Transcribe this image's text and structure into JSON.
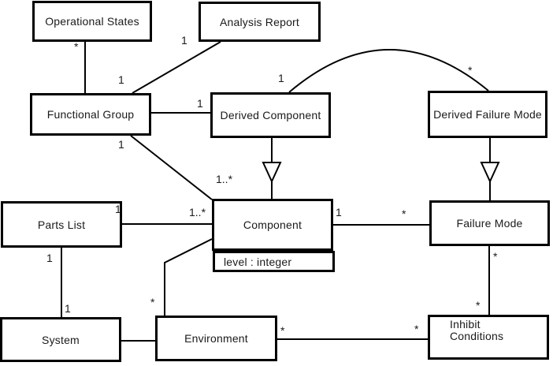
{
  "diagram": {
    "type": "uml-class-diagram",
    "colors": {
      "line": "#000000",
      "background": "#ffffff",
      "text": "#1a1a1a"
    },
    "classes": [
      {
        "name": "Operational States"
      },
      {
        "name": "Analysis Report"
      },
      {
        "name": "Functional Group"
      },
      {
        "name": "Derived Component"
      },
      {
        "name": "Derived Failure Mode"
      },
      {
        "name": "Parts List"
      },
      {
        "name": "Component",
        "attributes": [
          "level : integer"
        ]
      },
      {
        "name": "Failure Mode"
      },
      {
        "name": "System"
      },
      {
        "name": "Environment"
      },
      {
        "name": "Inhibit Conditions"
      }
    ],
    "associations": [
      {
        "from": "Operational States",
        "to": "Functional Group",
        "from_label": "*",
        "to_label": ""
      },
      {
        "from": "Analysis Report",
        "to": "Functional Group",
        "from_label": "1",
        "to_label": "1"
      },
      {
        "from": "Functional Group",
        "to": "Derived Component",
        "from_label": "",
        "to_label": "1"
      },
      {
        "from": "Derived Component",
        "to": "Derived Failure Mode",
        "from_label": "1",
        "to_label": "*"
      },
      {
        "from": "Functional Group",
        "to": "Component",
        "from_label": "1",
        "to_label": "1..*"
      },
      {
        "from": "Parts List",
        "to": "Component",
        "from_label": "1",
        "to_label": "1..*"
      },
      {
        "from": "Component",
        "to": "Failure Mode",
        "from_label": "1",
        "to_label": "*"
      },
      {
        "from": "Parts List",
        "to": "System",
        "from_label": "1",
        "to_label": "1"
      },
      {
        "from": "Component",
        "to": "Environment",
        "from_label": "",
        "to_label": "*"
      },
      {
        "from": "System",
        "to": "Environment",
        "from_label": "",
        "to_label": ""
      },
      {
        "from": "Environment",
        "to": "Inhibit Conditions",
        "from_label": "*",
        "to_label": "*"
      },
      {
        "from": "Failure Mode",
        "to": "Inhibit Conditions",
        "from_label": "*",
        "to_label": "*"
      }
    ],
    "generalizations": [
      {
        "sub": "Derived Component",
        "super": "Component"
      },
      {
        "sub": "Derived Failure Mode",
        "super": "Failure Mode"
      }
    ]
  }
}
